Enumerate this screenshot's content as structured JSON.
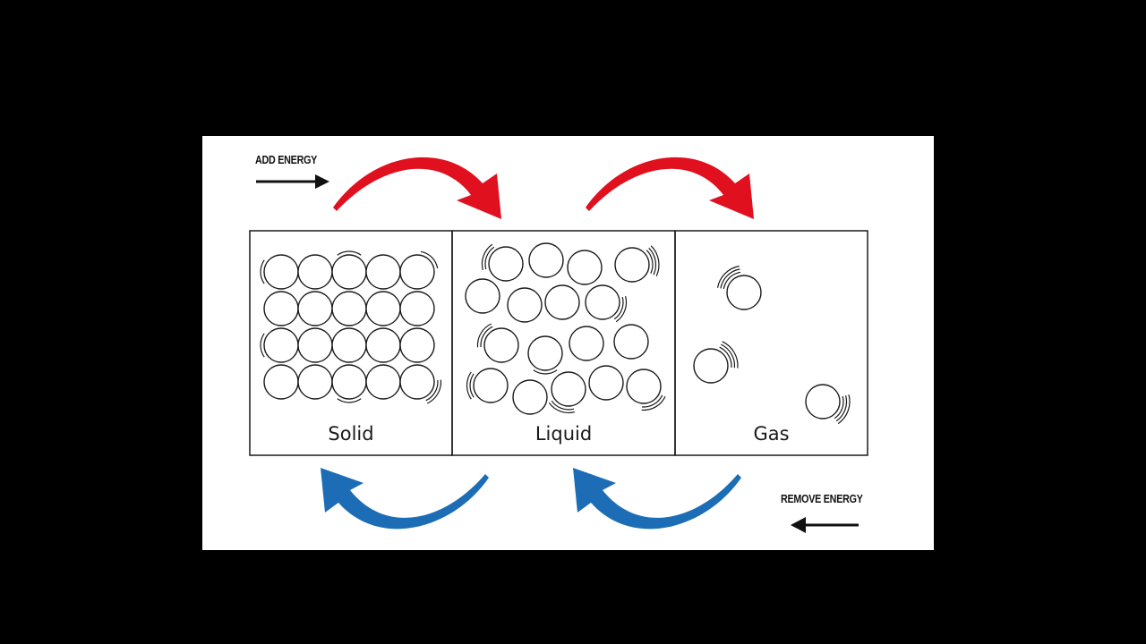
{
  "diagram": {
    "add_energy_label": "ADD ENERGY",
    "remove_energy_label": "REMOVE ENERGY",
    "states": [
      {
        "label": "Solid"
      },
      {
        "label": "Liquid"
      },
      {
        "label": "Gas"
      }
    ],
    "colors": {
      "add_energy_arrow": "#e0101f",
      "remove_energy_arrow": "#1c6db5",
      "outline": "#1a1a1a",
      "background": "#000000",
      "panel": "#ffffff"
    }
  }
}
